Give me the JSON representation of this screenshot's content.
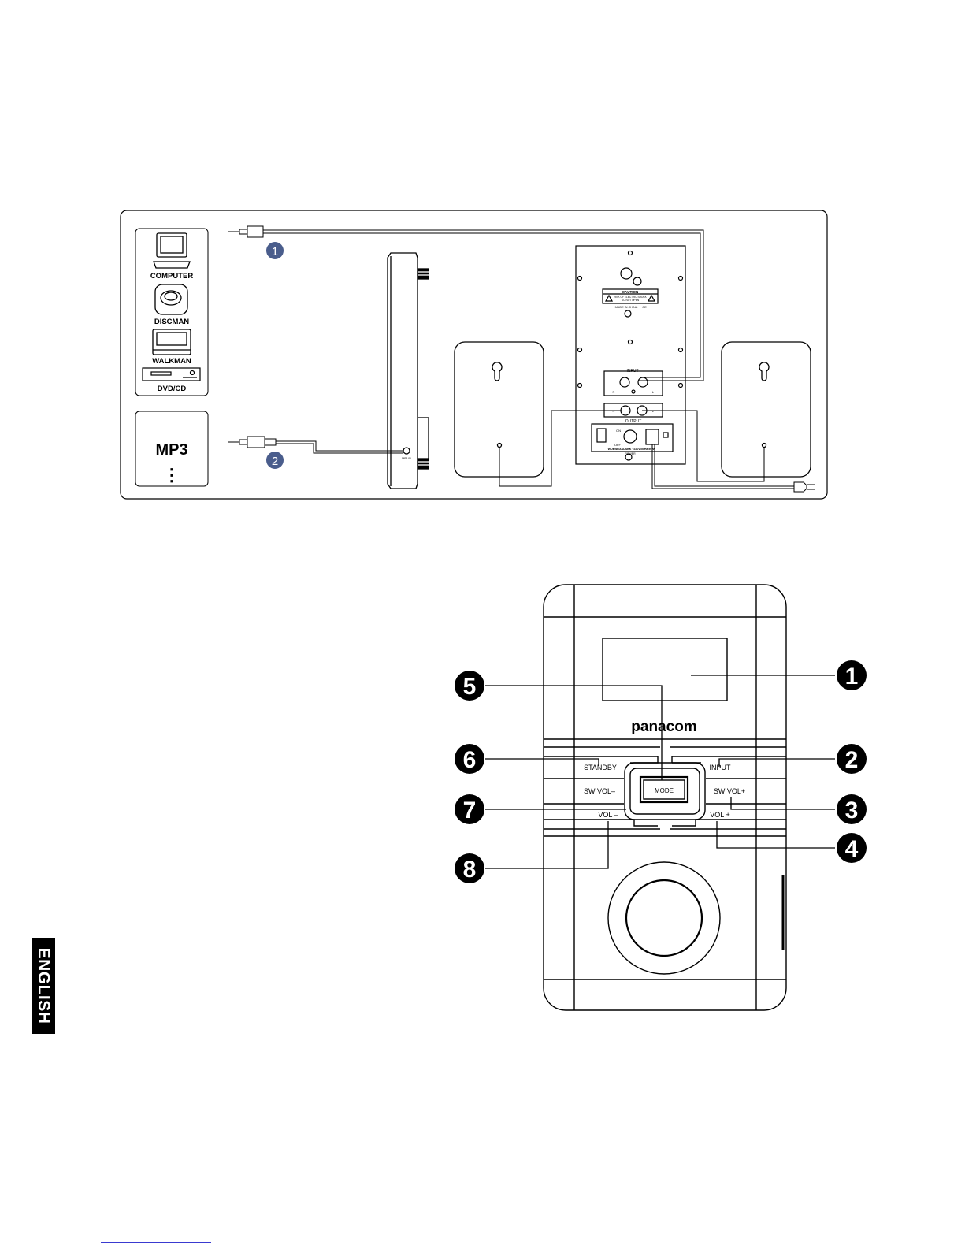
{
  "connection_diagram": {
    "sources": [
      {
        "name": "computer",
        "label": "COMPUTER",
        "icon": "computer-icon"
      },
      {
        "name": "discman",
        "label": "DISCMAN",
        "icon": "discman-icon"
      },
      {
        "name": "walkman",
        "label": "WALKMAN",
        "icon": "walkman-icon"
      },
      {
        "name": "dvdcd",
        "label": "DVD/CD",
        "icon": "dvd-player-icon"
      }
    ],
    "mp3_label": "MP3",
    "mp3_more": "⋮",
    "cable_markers": [
      "1",
      "2"
    ],
    "rear_panel": {
      "caution_title": "CAUTION",
      "caution_text_1": "RISK OF ELECTRIC SHOCK",
      "caution_text_2": "DO NOT OPEN",
      "made_in": "MADE IN CHINA",
      "ce_mark": "CE",
      "input_label": "INPUT",
      "output_label": "OUTPUT",
      "right_short": "R",
      "left_short": "L",
      "on_label": "ON",
      "off_label": "OFF",
      "power_label": "POWER",
      "rating_text": "TWOBwk/ASDSBK ~220V/50Hz 50W"
    },
    "side_jack_label": "MP3 IN"
  },
  "front_panel": {
    "brand": "panacom",
    "buttons": {
      "standby": "STANDBY",
      "input": "INPUT",
      "sw_vol_minus": "SW VOL–",
      "sw_vol_plus": "SW VOL+",
      "vol_minus": "VOL –",
      "vol_plus": "VOL +",
      "mode": "MODE"
    },
    "callouts": [
      "1",
      "2",
      "3",
      "4",
      "5",
      "6",
      "7",
      "8"
    ]
  },
  "language_tab": "ENGLISH",
  "colors": {
    "marker_blue": "#4a5d8c",
    "ink": "#000000"
  }
}
